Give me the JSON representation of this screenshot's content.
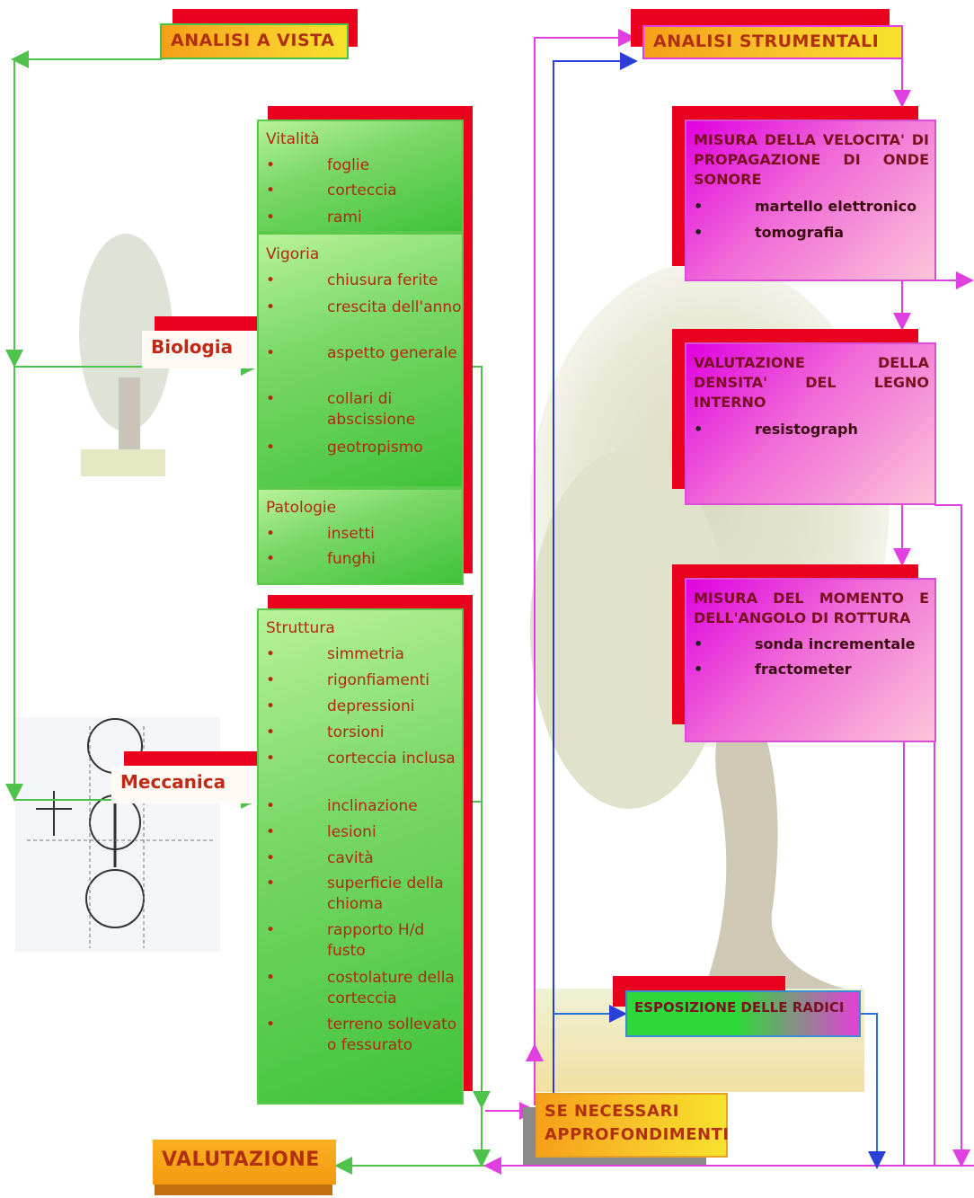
{
  "headers": {
    "analisi_a_vista": "ANALISI A VISTA",
    "analisi_strumentali": "ANALISI STRUMENTALI",
    "valutazione": "VALUTAZIONE",
    "approfondimenti_line1": "SE NECESSARI",
    "approfondimenti_line2": "APPROFONDIMENTI",
    "esposizione": "ESPOSIZIONE DELLE RADICI"
  },
  "labels": {
    "biologia": "Biologia",
    "meccanica": "Meccanica"
  },
  "biologia_groups": {
    "vitalita": {
      "title": "Vitalità",
      "items": [
        "foglie",
        "corteccia",
        "rami"
      ]
    },
    "vigoria": {
      "title": "Vigoria",
      "items": [
        "chiusura ferite",
        "crescita dell'anno",
        "aspetto generale",
        "collari di abscissione",
        "geotropismo"
      ]
    },
    "patologie": {
      "title": "Patologie",
      "items": [
        "insetti",
        "funghi"
      ]
    }
  },
  "meccanica_group": {
    "title": "Struttura",
    "items": [
      "simmetria",
      "rigonfiamenti",
      "depressioni",
      "torsioni",
      "corteccia inclusa",
      "inclinazione",
      "lesioni",
      "cavità",
      "superficie della chioma",
      "rapporto H/d fusto",
      "costolature della corteccia",
      "terreno sollevato o fessurato"
    ]
  },
  "strumentali": [
    {
      "head": "MISURA DELLA VELOCITA' DI PROPAGAZIONE DI ONDE SONORE",
      "items": [
        "martello elettronico",
        "tomografia"
      ]
    },
    {
      "head": "VALUTAZIONE DELLA DENSITA' DEL LEGNO INTERNO",
      "items": [
        "resistograph"
      ]
    },
    {
      "head": "MISURA DEL MOMENTO E DELL'ANGOLO DI ROTTURA",
      "items": [
        "sonda incrementale",
        "fractometer"
      ]
    }
  ],
  "bullet_glyph": "•",
  "colors": {
    "red_accent": "#e8001c",
    "green_arrow": "#4ec24a",
    "magenta_arrow": "#e23fe0",
    "blue_arrow": "#2a3fd6",
    "title_text": "#b03010"
  }
}
